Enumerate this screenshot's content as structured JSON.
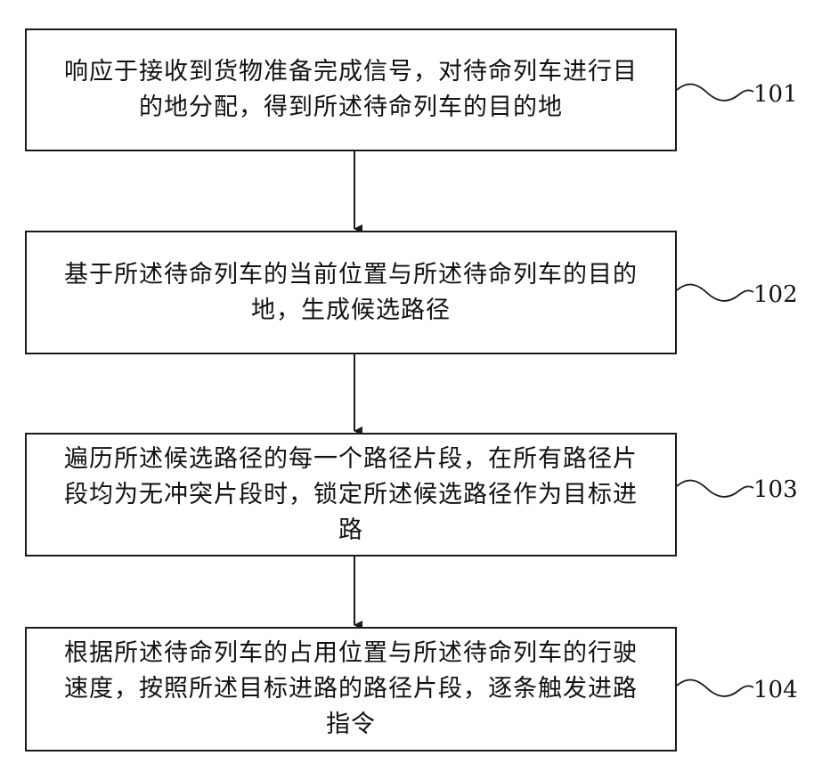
{
  "flowchart": {
    "steps": [
      {
        "id": "101",
        "text": "响应于接收到货物准备完成信号，对待命列车进行目\n的地分配，得到所述待命列车的目的地"
      },
      {
        "id": "102",
        "text": "基于所述待命列车的当前位置与所述待命列车的目的\n地，生成候选路径"
      },
      {
        "id": "103",
        "text": "遍历所述候选路径的每一个路径片段，在所有路径片\n段均为无冲突片段时，锁定所述候选路径作为目标进\n路"
      },
      {
        "id": "104",
        "text": "根据所述待命列车的占用位置与所述待命列车的行驶\n速度，按照所述目标进路的路径片段，逐条触发进路\n指令"
      }
    ]
  }
}
